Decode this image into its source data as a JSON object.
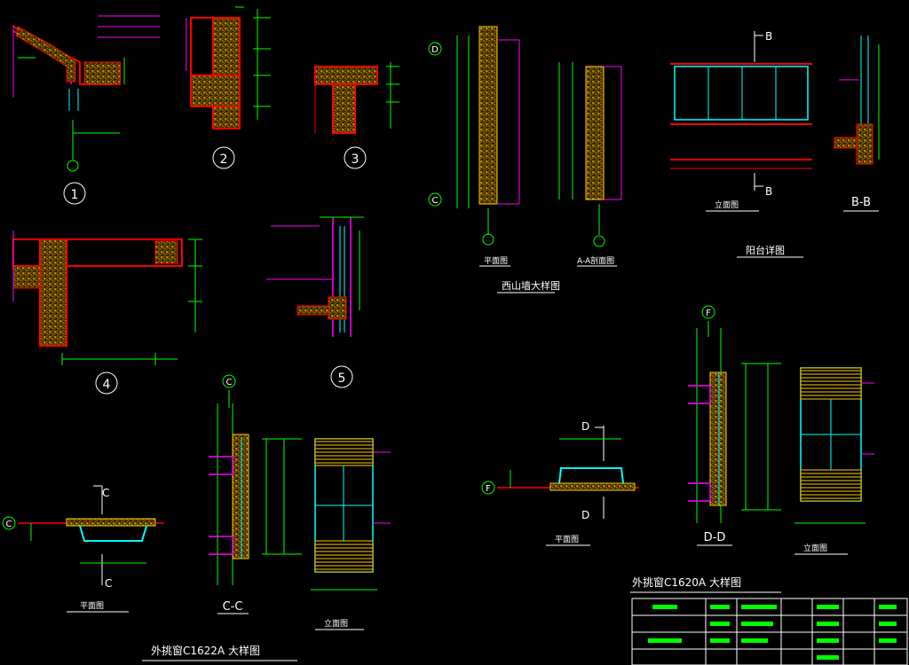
{
  "colors": {
    "background": "#000000",
    "wall": "#ff0000",
    "hatch": "#ffcc00",
    "dimension": "#00ff00",
    "glass": "#00ffff",
    "leader": "#ff00ff",
    "text": "#ffffff"
  },
  "details": {
    "d1": "1",
    "d2": "2",
    "d3": "3",
    "d4": "4",
    "d5": "5"
  },
  "axes": {
    "D": "D",
    "C": "C",
    "F": "F"
  },
  "section_marks": {
    "B": "B",
    "C": "C",
    "D": "D"
  },
  "section_titles": {
    "bb": "B-B",
    "cc": "C-C",
    "dd": "D-D"
  },
  "captions": {
    "west_gable": "西山墙大样图",
    "balcony": "阳台详图",
    "window_c1622a": "外挑窗C1622A 大样图",
    "window_c1620a": "外挑窗C1620A 大样图"
  },
  "sub_captions": {
    "plan": "平面图",
    "aa": "A-A剖面图",
    "elevation": "立面图",
    "plan2": "平面图",
    "elevation2": "立面图",
    "elevation3": "立面图",
    "plan3": "平面图"
  },
  "title_block": {
    "rows": [
      [
        "",
        "",
        "",
        "",
        "",
        "",
        "",
        ""
      ],
      [
        "",
        "",
        "",
        "",
        "",
        "",
        "",
        ""
      ],
      [
        "",
        "",
        "",
        "",
        "",
        "",
        "",
        ""
      ],
      [
        "",
        "",
        "",
        "",
        "",
        "",
        "",
        ""
      ]
    ]
  }
}
